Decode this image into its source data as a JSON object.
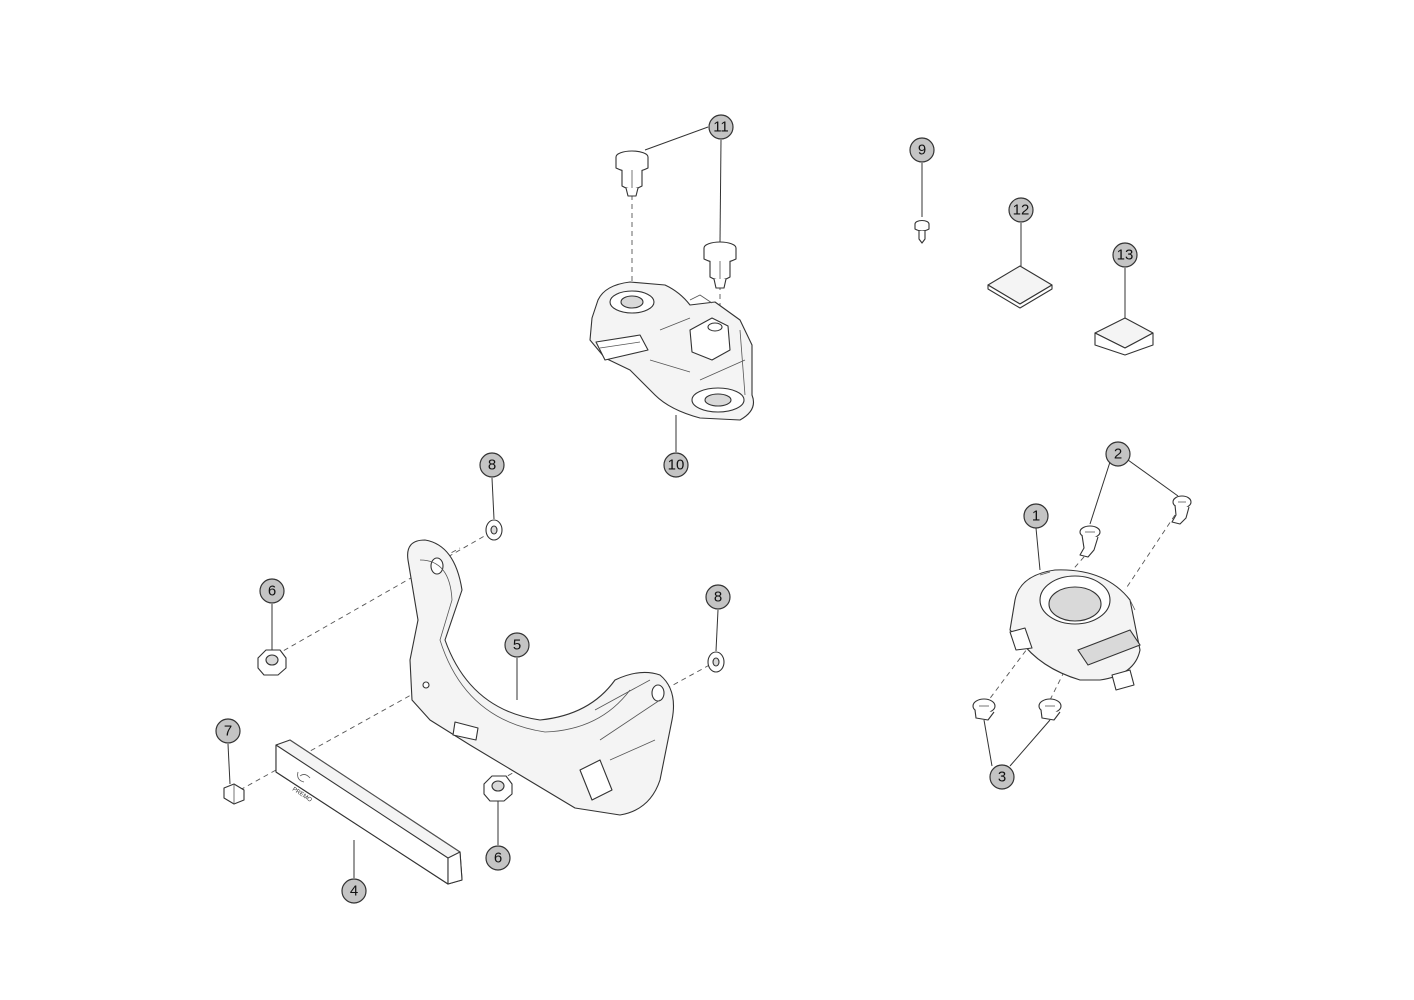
{
  "callouts": [
    "1",
    "2",
    "3",
    "4",
    "5",
    "6",
    "6",
    "7",
    "8",
    "8",
    "9",
    "10",
    "11",
    "12",
    "13"
  ],
  "brand_mark": "PREMO",
  "colors": {
    "callout_fill": "#c4c4c4",
    "line": "#333333",
    "background": "#ffffff"
  }
}
